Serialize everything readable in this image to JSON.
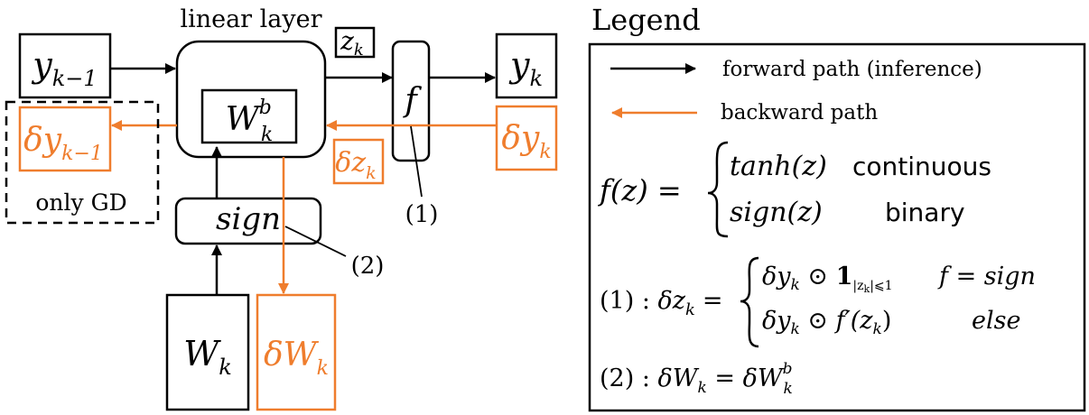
{
  "diagram": {
    "linear_layer_label": "linear layer",
    "nodes": {
      "y_prev": {
        "base": "y",
        "sub": "k−1"
      },
      "z_k": {
        "base": "z",
        "sub": "k"
      },
      "f": "f",
      "y_k": {
        "base": "y",
        "sub": "k"
      },
      "wb": {
        "base": "W",
        "sub": "k",
        "sup": "b"
      },
      "delta_y_prev": {
        "base": "δy",
        "sub": "k−1"
      },
      "delta_z_k": {
        "base": "δz",
        "sub": "k"
      },
      "delta_y_k": {
        "base": "δy",
        "sub": "k"
      },
      "sign": "sign",
      "w_k": {
        "base": "W",
        "sub": "k"
      },
      "delta_w_k": {
        "base": "δW",
        "sub": "k"
      }
    },
    "only_gd_label": "only GD",
    "callout_1": "(1)",
    "callout_2": "(2)"
  },
  "legend": {
    "title": "Legend",
    "forward_label": "forward path (inference)",
    "backward_label": "backward path",
    "f_def": {
      "lhs": "f(z) =",
      "case1_expr": "tanh(z)",
      "case1_label": "continuous",
      "case2_expr": "sign(z)",
      "case2_label": "binary"
    },
    "eq1": {
      "lhs_prefix": "(1) : ",
      "lhs_var": "δz",
      "lhs_sub": "k",
      "eq": "=",
      "case1_a": "δy",
      "case1_a_sub": "k",
      "case1_op": " ⊙ ",
      "case1_b": "1",
      "case1_b_sub": "|z",
      "case1_b_sub2": "k",
      "case1_b_sub3": "|⩽1",
      "case1_cond": "f = sign",
      "case2_a": "δy",
      "case2_a_sub": "k",
      "case2_op": " ⊙ ",
      "case2_b": "f′(z",
      "case2_b_sub": "k",
      "case2_b_end": ")",
      "case2_cond": "else"
    },
    "eq2": {
      "prefix": "(2) : ",
      "lhs": "δW",
      "lhs_sub": "k",
      "eq": " = ",
      "rhs": "δW",
      "rhs_sub": "k",
      "rhs_sup": "b"
    }
  },
  "colors": {
    "forward": "#000000",
    "backward": "#ef7d2d"
  }
}
